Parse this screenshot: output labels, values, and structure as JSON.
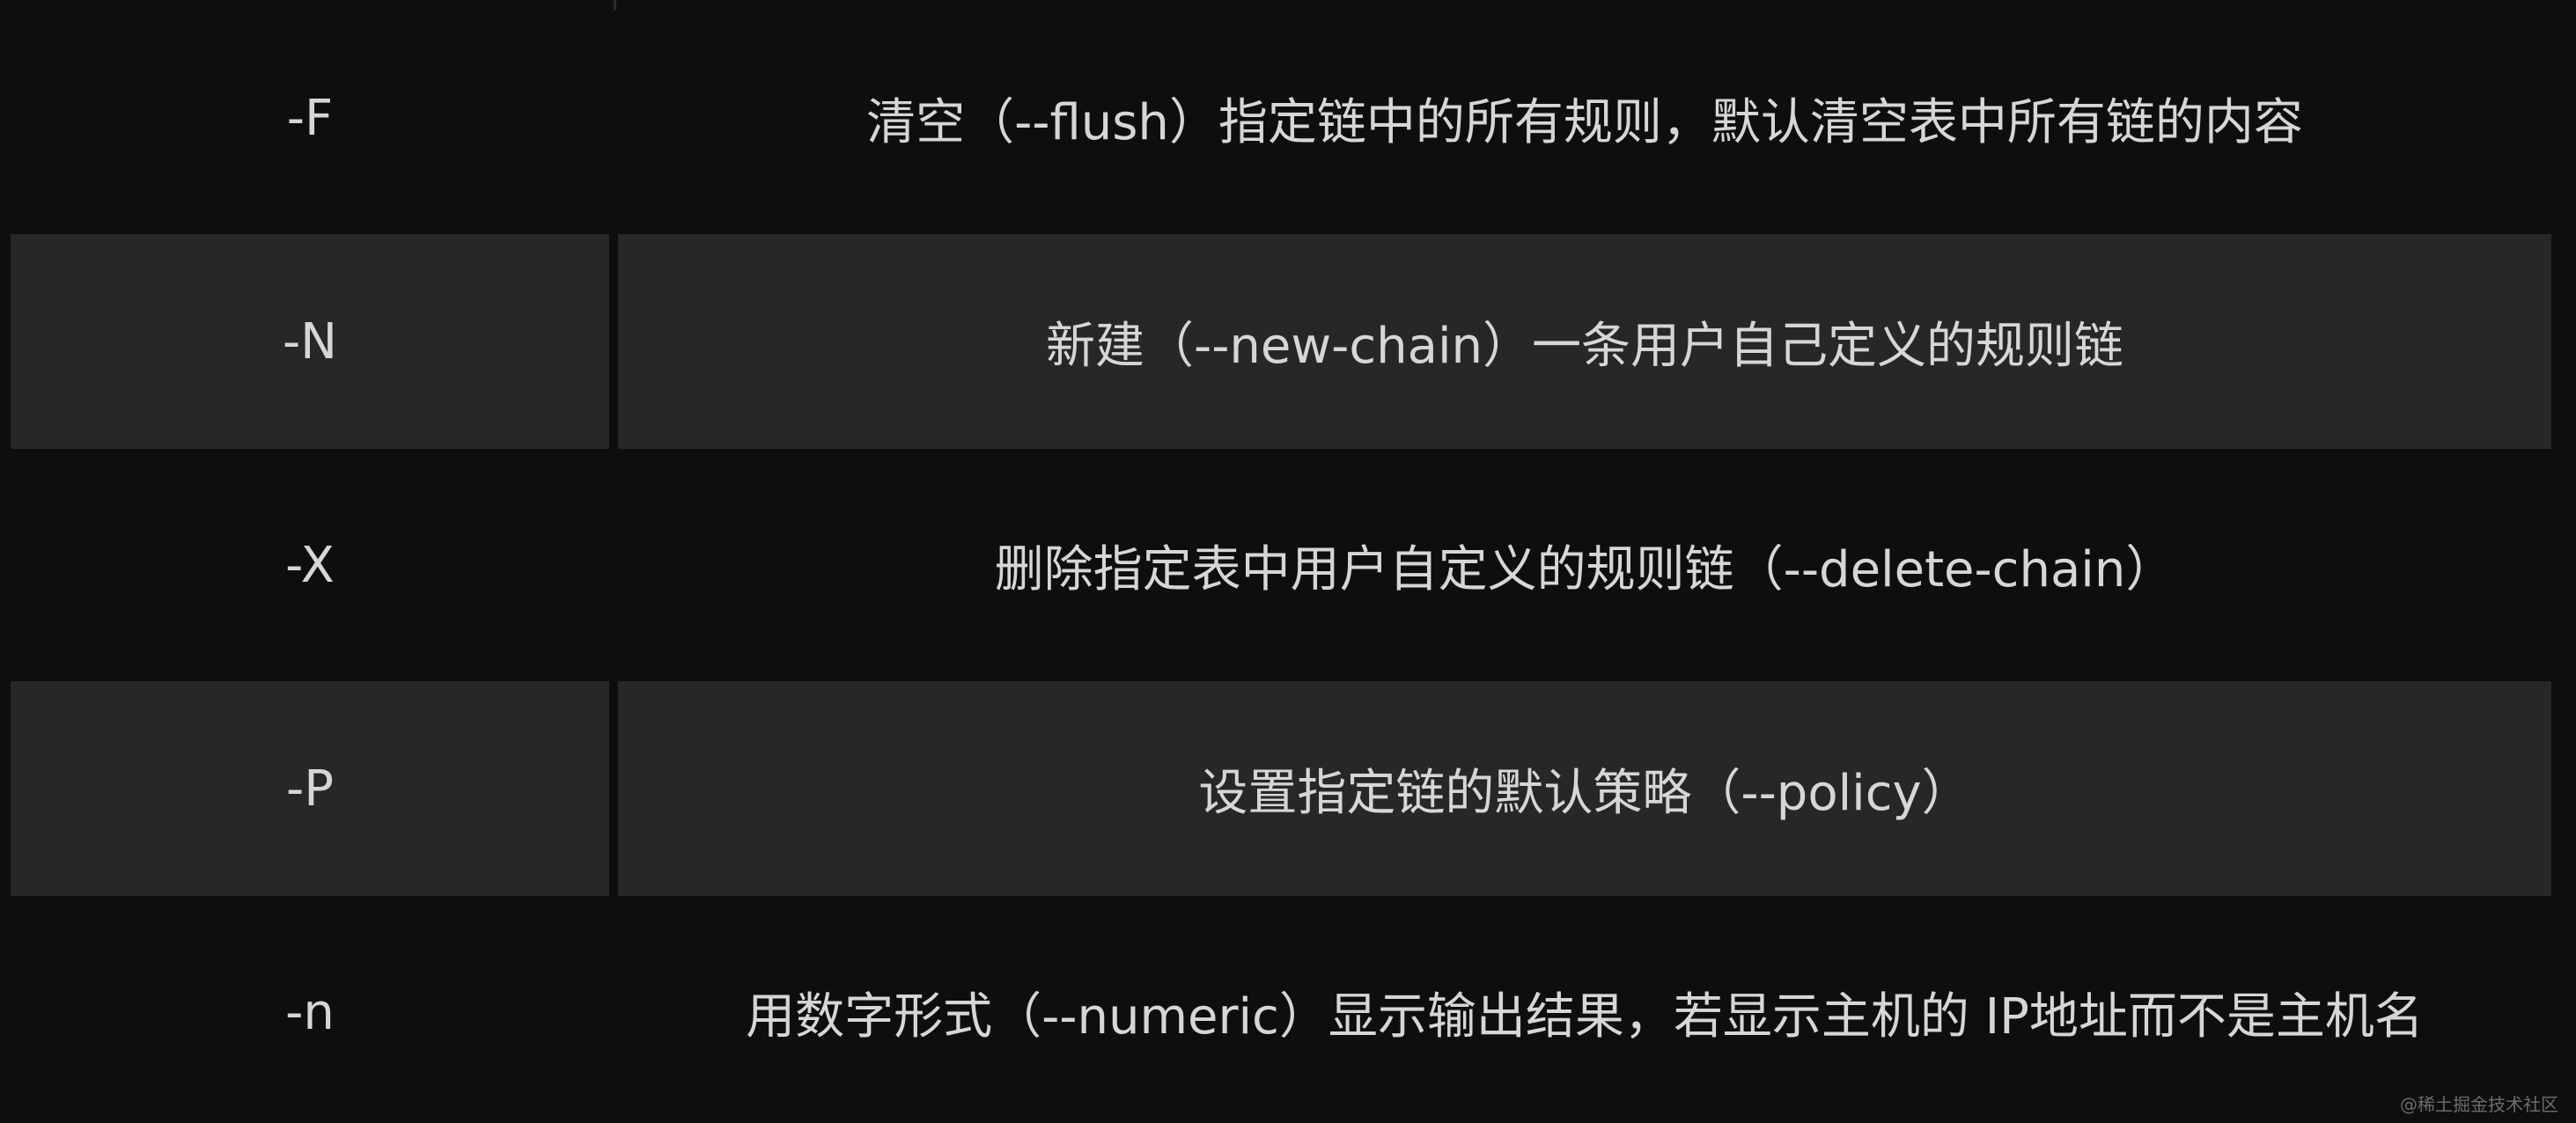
{
  "rows": [
    {
      "flag": "-F",
      "description": "清空（--flush）指定链中的所有规则，默认清空表中所有链的内容"
    },
    {
      "flag": "-N",
      "description": "新建（--new-chain）一条用户自己定义的规则链"
    },
    {
      "flag": "-X",
      "description": "删除指定表中用户自定义的规则链（--delete-chain）"
    },
    {
      "flag": "-P",
      "description": "设置指定链的默认策略（--policy）"
    },
    {
      "flag": "-n",
      "description": "用数字形式（--numeric）显示输出结果，若显示主机的 IP地址而不是主机名"
    }
  ],
  "watermark": "@稀土掘金技术社区"
}
